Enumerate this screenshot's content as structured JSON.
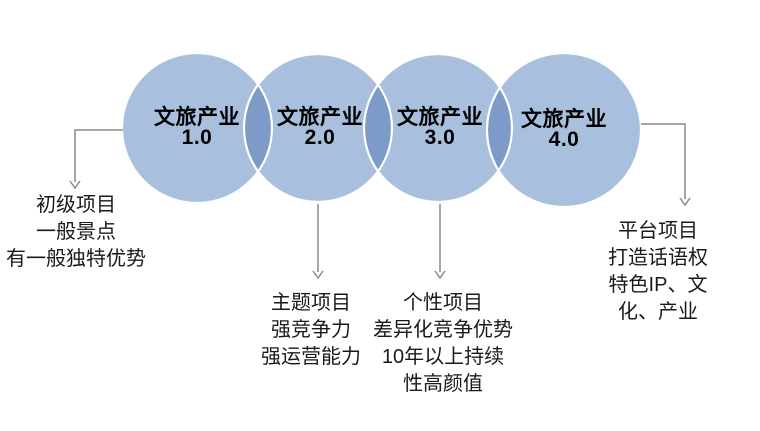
{
  "colors": {
    "circle_fill": "#a8bfdd",
    "circle_overlap": "#7d9ac9",
    "circle_border": "#ffffff",
    "arrow_color": "#8a8a8a",
    "text_color": "#1a1a1a"
  },
  "stages": [
    {
      "label": "文旅产业",
      "version": "1.0",
      "description": "初级项目\n一般景点\n有一般独特优势"
    },
    {
      "label": "文旅产业",
      "version": "2.0",
      "description": "主题项目\n强竞争力\n强运营能力"
    },
    {
      "label": "文旅产业",
      "version": "3.0",
      "description": "个性项目\n差异化竞争优势\n10年以上持续\n性高颜值"
    },
    {
      "label": "文旅产业",
      "version": "4.0",
      "description": "平台项目\n打造话语权\n特色IP、文化、产业"
    }
  ]
}
